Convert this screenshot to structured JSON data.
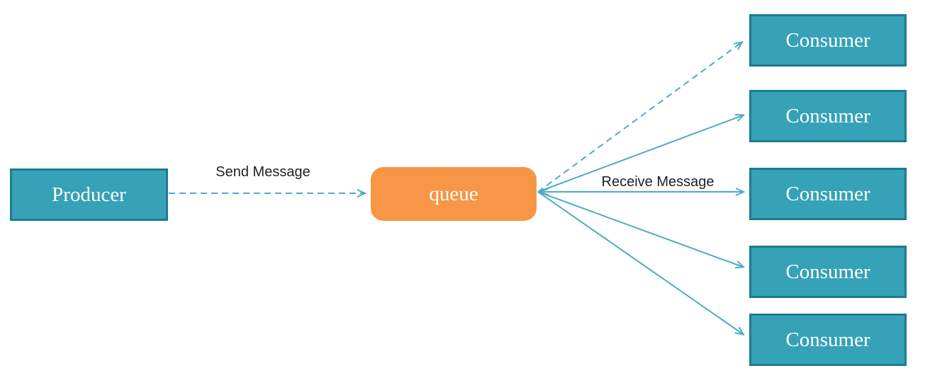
{
  "diagram": {
    "producer": {
      "label": "Producer"
    },
    "queue": {
      "label": "queue"
    },
    "consumers": [
      {
        "label": "Consumer"
      },
      {
        "label": "Consumer"
      },
      {
        "label": "Consumer"
      },
      {
        "label": "Consumer"
      },
      {
        "label": "Consumer"
      }
    ],
    "edges": {
      "send": {
        "label": "Send Message"
      },
      "receive": {
        "label": "Receive Message"
      }
    },
    "colors": {
      "node_fill_teal": "#35A2B8",
      "node_border_teal": "#1E7B91",
      "queue_fill_orange": "#F79646",
      "arrow_teal": "#4BACC6",
      "node_text": "#FFFFFF",
      "edge_label_text": "#1F2026"
    }
  }
}
